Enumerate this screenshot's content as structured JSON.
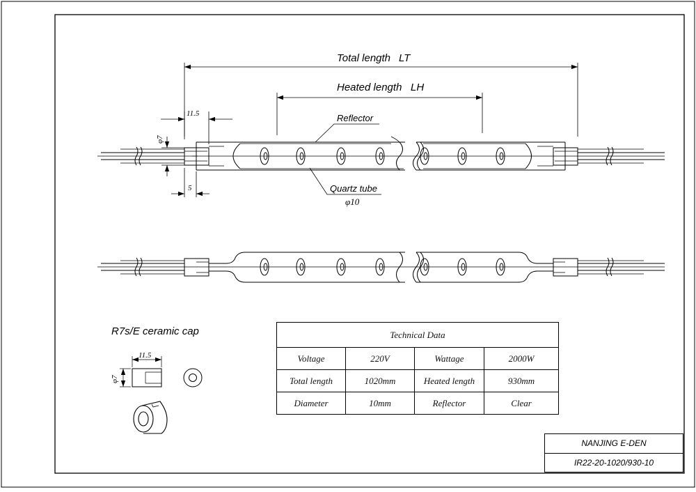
{
  "drawing": {
    "total_length_label": "Total length",
    "total_length_symbol": "LT",
    "heated_length_label": "Heated length",
    "heated_length_symbol": "LH",
    "dim_end_length": "11.5",
    "dim_cap_diameter": "φ7",
    "dim_cap_offset": "5",
    "reflector_label": "Reflector",
    "quartz_tube_label": "Quartz tube",
    "quartz_tube_diameter": "φ10"
  },
  "ceramic_cap": {
    "title": "R7s/E ceramic cap",
    "dim_length": "11.5",
    "dim_diameter": "φ7"
  },
  "technical_data": {
    "title": "Technical Data",
    "rows": [
      [
        "Voltage",
        "220V",
        "Wattage",
        "2000W"
      ],
      [
        "Total length",
        "1020mm",
        "Heated length",
        "930mm"
      ],
      [
        "Diameter",
        "10mm",
        "Reflector",
        "Clear"
      ]
    ]
  },
  "title_block": {
    "company": "NANJING E-DEN",
    "part_number": "IR22-20-1020/930-10"
  }
}
